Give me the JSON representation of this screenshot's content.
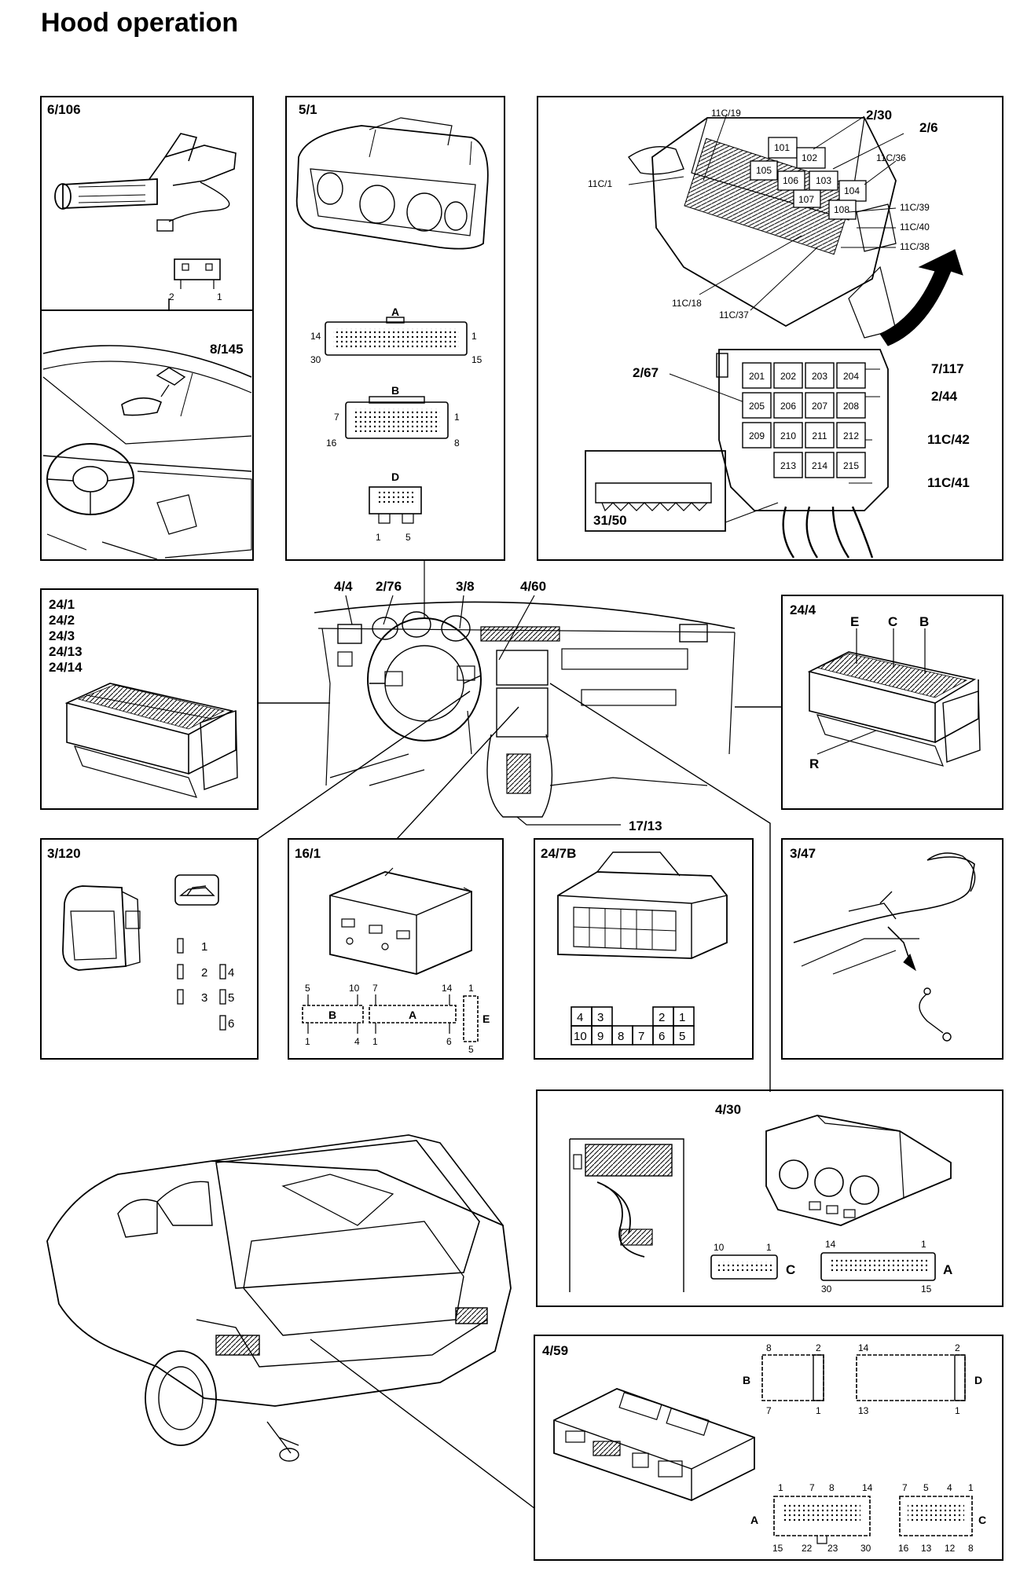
{
  "title": "Hood operation",
  "panels": {
    "p6_106": {
      "label": "6/106",
      "pins": [
        "2",
        "1"
      ]
    },
    "p8_145": {
      "label": "8/145"
    },
    "p5_1": {
      "label": "5/1",
      "connA": {
        "name": "A",
        "tl": "14",
        "bl": "30",
        "tr": "1",
        "br": "15"
      },
      "connB": {
        "name": "B",
        "tl": "7",
        "bl": "16",
        "tr": "1",
        "br": "8"
      },
      "connD": {
        "name": "D",
        "bl": "1",
        "br": "5"
      }
    },
    "fusebox": {
      "labels": [
        "11C/19",
        "2/30",
        "2/6",
        "11C/36",
        "11C/1",
        "11C/39",
        "11C/40",
        "11C/38",
        "11C/18",
        "11C/37",
        "2/67",
        "7/117",
        "2/44",
        "11C/42",
        "11C/41",
        "31/50"
      ],
      "relays_top": [
        "101",
        "102",
        "105",
        "106",
        "103",
        "107",
        "104",
        "108"
      ],
      "relays_bottom": [
        "201",
        "202",
        "203",
        "204",
        "205",
        "206",
        "207",
        "208",
        "209",
        "210",
        "211",
        "212",
        "213",
        "214",
        "215"
      ]
    },
    "p24_1": {
      "labels": [
        "24/1",
        "24/2",
        "24/3",
        "24/13",
        "24/14"
      ]
    },
    "dash": {
      "labels": [
        "4/4",
        "2/76",
        "3/8",
        "4/60",
        "17/13"
      ]
    },
    "p24_4": {
      "label": "24/4",
      "letters": [
        "E",
        "C",
        "B",
        "R"
      ]
    },
    "p3_120": {
      "label": "3/120",
      "pins": [
        "1",
        "2",
        "4",
        "3",
        "5",
        "6"
      ]
    },
    "p16_1": {
      "label": "16/1",
      "connB": {
        "name": "B",
        "tl": "5",
        "tr": "10",
        "bl": "1",
        "br": "4"
      },
      "connA": {
        "name": "A",
        "tl": "7",
        "tr": "14",
        "bl": "1",
        "br": "6"
      },
      "connE": {
        "name": "E",
        "t": "1",
        "b": "5"
      }
    },
    "p24_7B": {
      "label": "24/7B",
      "grid_top": [
        "4",
        "3",
        "",
        "2",
        "1"
      ],
      "grid_bottom": [
        "10",
        "9",
        "8",
        "7",
        "6",
        "5"
      ]
    },
    "p3_47": {
      "label": "3/47"
    },
    "p4_30": {
      "label": "4/30",
      "connC": {
        "name": "C",
        "tl": "10",
        "tr": "1"
      },
      "connA": {
        "name": "A",
        "tl": "14",
        "tr": "1",
        "bl": "30",
        "br": "15"
      }
    },
    "p4_59": {
      "label": "4/59",
      "connB": {
        "name": "B",
        "t1": "8",
        "t2": "2",
        "b1": "7",
        "b2": "1"
      },
      "connD": {
        "name": "D",
        "t1": "14",
        "t2": "2",
        "b1": "13",
        "b2": "1"
      },
      "connA": {
        "name": "A",
        "top": [
          "1",
          "7",
          "8",
          "14"
        ],
        "bottom": [
          "15",
          "22",
          "23",
          "30"
        ]
      },
      "connC": {
        "name": "C",
        "top": [
          "7",
          "5",
          "4",
          "1"
        ],
        "bottom": [
          "16",
          "13",
          "12",
          "8"
        ]
      }
    }
  }
}
